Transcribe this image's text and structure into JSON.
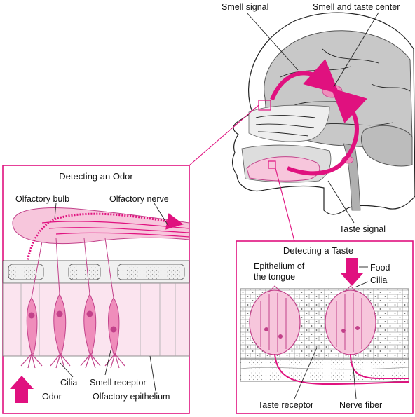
{
  "head_labels": {
    "smell_signal": "Smell signal",
    "center": "Smell and taste center",
    "taste_signal": "Taste signal"
  },
  "odor_panel": {
    "title": "Detecting an Odor",
    "olfactory_bulb": "Olfactory bulb",
    "olfactory_nerve": "Olfactory nerve",
    "cilia": "Cilia",
    "smell_receptor": "Smell receptor",
    "odor": "Odor",
    "olfactory_epithelium": "Olfactory epithelium"
  },
  "taste_panel": {
    "title": "Detecting a Taste",
    "epithelium_line1": "Epithelium of",
    "epithelium_line2": "the tongue",
    "food": "Food",
    "cilia": "Cilia",
    "taste_receptor": "Taste receptor",
    "nerve_fiber": "Nerve fiber"
  },
  "colors": {
    "accent": "#e0117f",
    "pink_light": "#f7c6dc",
    "pink_mid": "#ef8dbb",
    "gray_brain": "#c8c8c8",
    "gray_dark": "#8a8a8a"
  }
}
